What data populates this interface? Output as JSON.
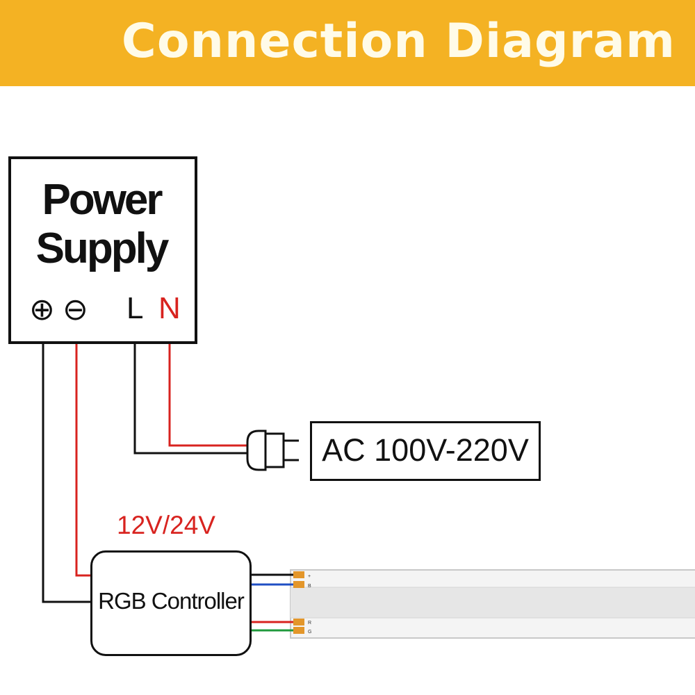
{
  "banner": {
    "title": "Connection Diagram",
    "color": "#f4b223"
  },
  "power_supply": {
    "title_line1": "Power",
    "title_line2": "Supply",
    "terminals": {
      "plus": "⊕",
      "minus": "⊖",
      "live": "L",
      "neutral": "N"
    }
  },
  "ac_input": {
    "label": "AC 100V-220V",
    "plug_icon": "ac-plug-icon"
  },
  "controller": {
    "label": "RGB Controller",
    "voltage_label": "12V/24V"
  },
  "led_strip": {
    "pad_labels_top": [
      "+",
      "B"
    ],
    "pad_labels_bottom": [
      "R",
      "G"
    ]
  },
  "colors": {
    "wire_black": "#111111",
    "wire_red": "#d8231f",
    "wire_blue": "#1f4fc4",
    "wire_green": "#1f9a3c",
    "pad_orange": "#e3962a"
  }
}
